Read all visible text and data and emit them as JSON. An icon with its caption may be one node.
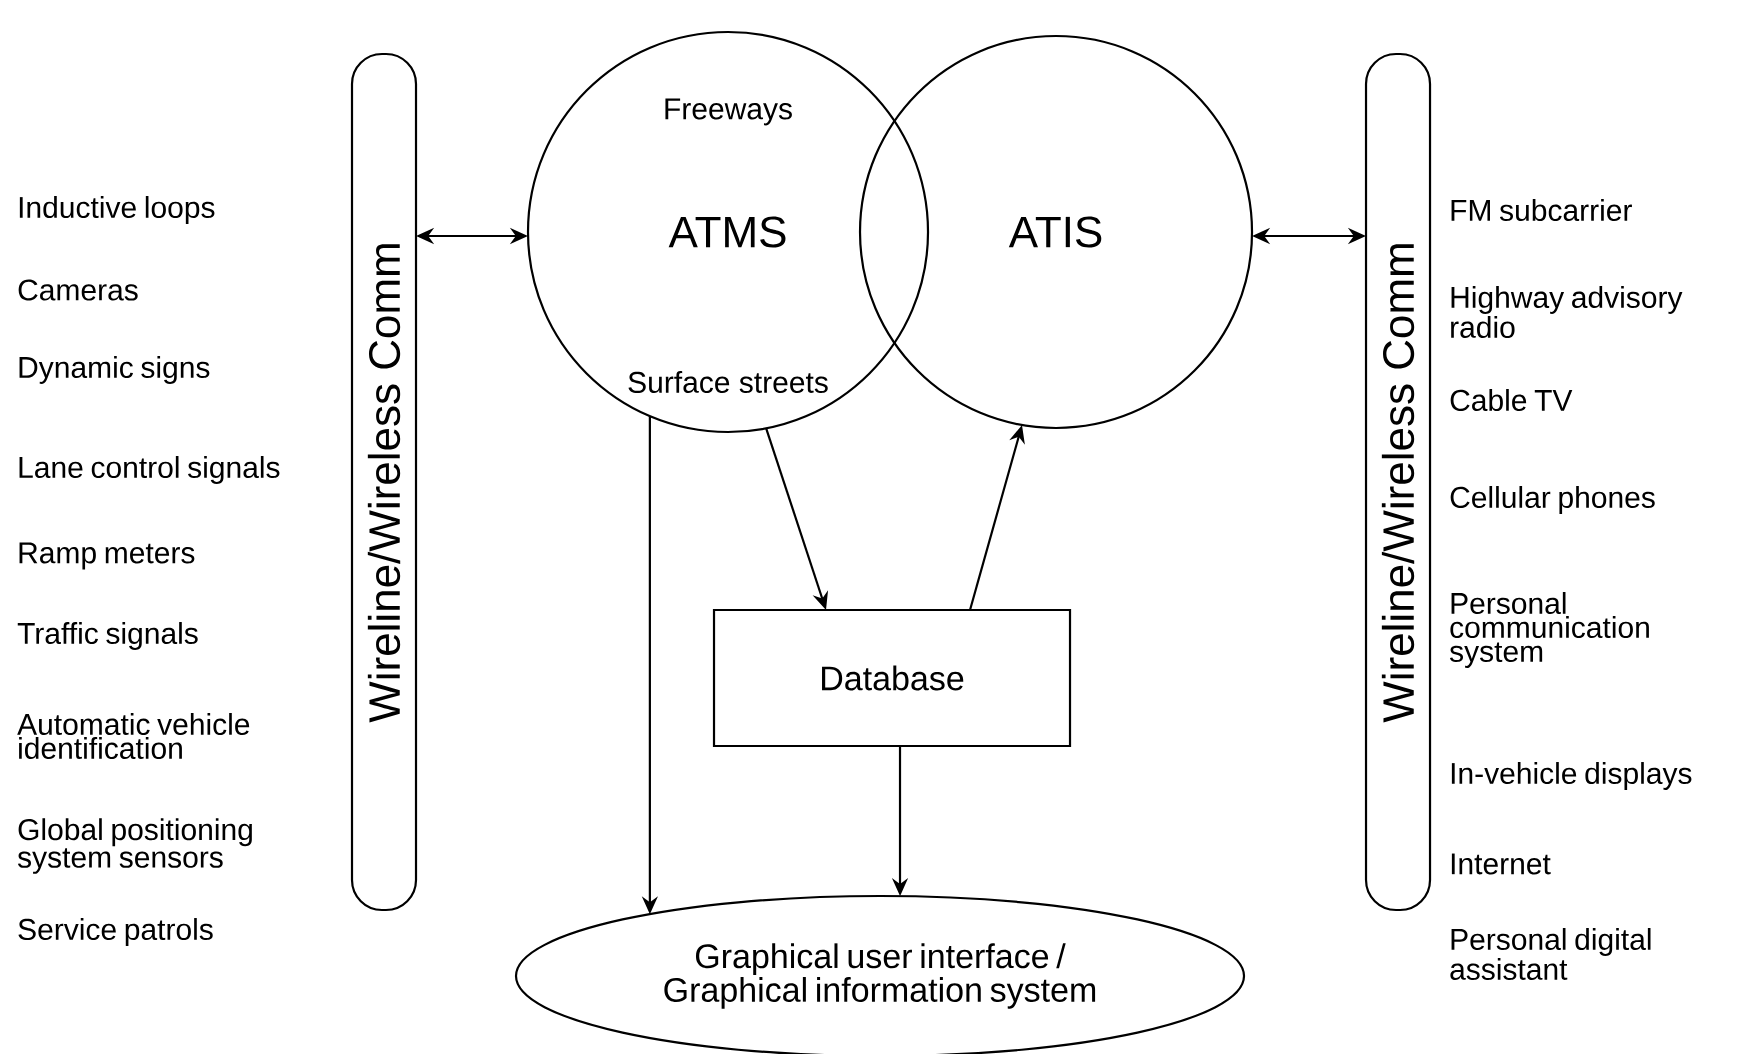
{
  "diagram": {
    "nodes": [
      {
        "text": [
          "Wireline/Wireless Comm"
        ]
      },
      {
        "text": [
          "Freeways",
          "ATMS",
          "Surface streets"
        ]
      },
      {
        "text": [
          "ATIS"
        ]
      },
      {
        "text": [
          "Wireline/Wireless Comm"
        ]
      },
      {
        "text": [
          "Database"
        ]
      },
      {
        "text": [
          "Graphical user interface / Graphical information system"
        ]
      }
    ],
    "edges": [
      {
        "from": 0,
        "to": 1,
        "arrow": "both"
      },
      {
        "from": 2,
        "to": 3,
        "arrow": "both"
      },
      {
        "from": 1,
        "to": 4,
        "arrow": "to"
      },
      {
        "from": 4,
        "to": 2,
        "arrow": "to"
      },
      {
        "from": 1,
        "to": 5,
        "arrow": "to"
      },
      {
        "from": 4,
        "to": 5,
        "arrow": "to"
      }
    ],
    "labels": [
      "Inductive loops",
      "Cameras",
      "Dynamic signs",
      "Lane control signals",
      "Ramp meters",
      "Traffic signals",
      "Automatic vehicle identification",
      "Global positioning system sensors",
      "Service patrols",
      "FM subcarrier",
      "Highway advisory radio",
      "Cable TV",
      "Cellular phones",
      "Personal communication system",
      "In-vehicle displays",
      "Internet",
      "Personal digital assistant"
    ]
  }
}
